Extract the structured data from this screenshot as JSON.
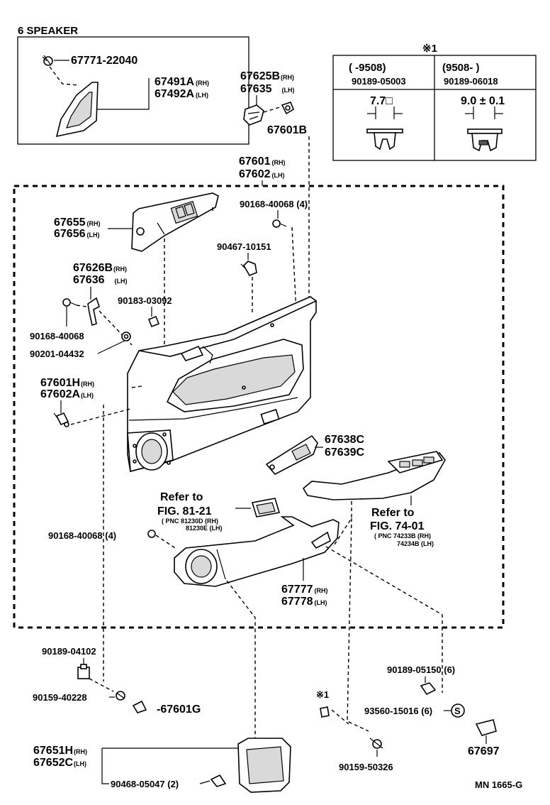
{
  "header": {
    "speaker_note": "6 SPEAKER",
    "drawing_id": "MN 1665-G"
  },
  "note_table": {
    "marker": "※1",
    "col1": {
      "range": "(      -9508)",
      "part": "90189-05003",
      "dim": "7.7□"
    },
    "col2": {
      "range": "(9508-      )",
      "part": "90189-06018",
      "dim": "9.0 ± 0.1"
    }
  },
  "labels": {
    "p67771": "67771-22040",
    "p67491": "67491A",
    "p67492": "67492A",
    "p67625": "67625B",
    "p67635": "67635",
    "p67601b": "67601B",
    "p67601": "67601",
    "p67602": "67602",
    "p67655": "67655",
    "p67656": "67656",
    "p90168a": "90168-40068 (4)",
    "p90467": "90467-10151",
    "p67626": "67626B",
    "p67636": "67636",
    "p90183": "90183-03092",
    "p90168b": "90168-40068",
    "p90201": "90201-04432",
    "p67601h": "67601H",
    "p67602a": "67602A",
    "p67638": "67638C",
    "p67639": "67639C",
    "ref1_a": "Refer to",
    "ref1_b": "FIG. 81-21",
    "ref1_c": "( PNC 81230D",
    "ref1_d": "81230E",
    "ref2_a": "Refer to",
    "ref2_b": "FIG. 74-01",
    "ref2_c": "( PNC 74233B",
    "ref2_d": "74234B",
    "p90168c": "90168-40068 (4)",
    "p67777": "67777",
    "p67778": "67778",
    "p90189a": "90189-04102",
    "p90159a": "90159-40228",
    "p67601g": "67601G",
    "p90189b": "90189-05150 (6)",
    "p93560": "93560-15016 (6)",
    "s_mark": "S",
    "star1": "※1",
    "p90159b": "90159-50326",
    "p67697": "67697",
    "p67651": "67651H",
    "p67652": "67652C",
    "p90468": "90468-05047 (2)"
  },
  "suffix": {
    "rh": "(RH)",
    "lh": "(LH)"
  }
}
